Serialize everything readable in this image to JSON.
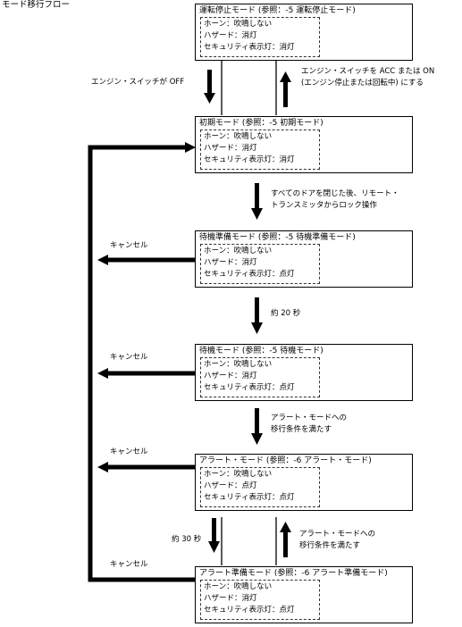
{
  "diagram": {
    "title": "モード移行フロー",
    "modes": [
      {
        "head": "運転停止モード (参照：-5 運転停止モード)",
        "lines": [
          "ホーン：吹鳴しない",
          "ハザード：消灯",
          "セキュリティ表示灯：消灯"
        ]
      },
      {
        "head": "初期モード (参照：-5 初期モード)",
        "lines": [
          "ホーン：吹鳴しない",
          "ハザード：消灯",
          "セキュリティ表示灯：消灯"
        ]
      },
      {
        "head": "待機準備モード (参照：-5 待機準備モード)",
        "lines": [
          "ホーン：吹鳴しない",
          "ハザード：消灯",
          "セキュリティ表示灯：点灯"
        ]
      },
      {
        "head": "待機モード (参照：-5 待機モード)",
        "lines": [
          "ホーン：吹鳴しない",
          "ハザード：消灯",
          "セキュリティ表示灯：点灯"
        ]
      },
      {
        "head": "アラート・モード (参照：-6 アラート・モード)",
        "lines": [
          "ホーン：吹鳴しない",
          "ハザード：点灯",
          "セキュリティ表示灯：点灯"
        ]
      },
      {
        "head": "アラート準備モード (参照：-6 アラート準備モード)",
        "lines": [
          "ホーン：吹鳴しない",
          "ハザード：消灯",
          "セキュリティ表示灯：点灯"
        ]
      }
    ],
    "transitions": {
      "engine_off": "エンジン・スイッチが OFF",
      "engine_on_1": "エンジン・スイッチを ACC または ON",
      "engine_on_2": "(エンジン停止または回転中) にする",
      "lock_1": "すべてのドアを閉じた後、リモート・",
      "lock_2": "トランスミッタからロック操作",
      "wait": "約 20 秒",
      "alert_cond_1": "アラート・モードへの",
      "alert_cond_2": "移行条件を満たす",
      "wait_30": "約 30 秒",
      "alert_cond_back_1": "アラート・モードへの",
      "alert_cond_back_2": "移行条件を満たす",
      "cancel": "キャンセル"
    }
  }
}
